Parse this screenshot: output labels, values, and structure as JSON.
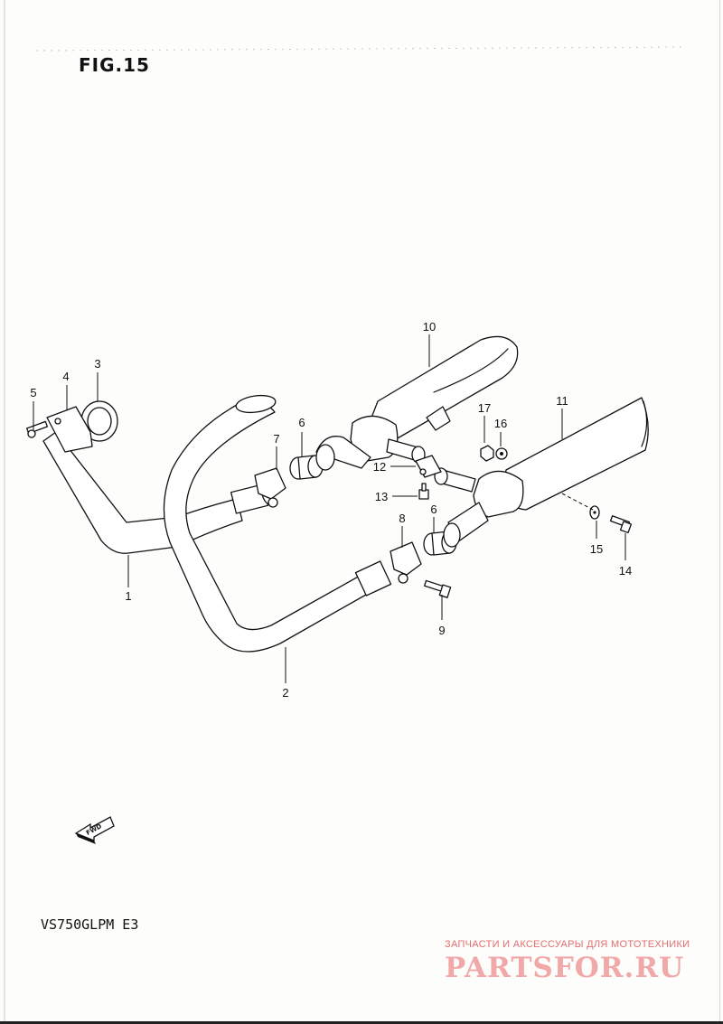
{
  "figure_title": "FIG.15",
  "model_code": "VS750GLPM E3",
  "direction_marker": "FWD",
  "watermark": {
    "caption": "ЗАПЧАСТИ И АКСЕССУАРЫ ДЛЯ МОТОТЕХНИКИ",
    "logo": "PARTSFOR.RU"
  },
  "callouts": [
    "1",
    "2",
    "3",
    "4",
    "5",
    "6",
    "6",
    "7",
    "8",
    "9",
    "10",
    "11",
    "12",
    "13",
    "14",
    "15",
    "16",
    "17"
  ]
}
